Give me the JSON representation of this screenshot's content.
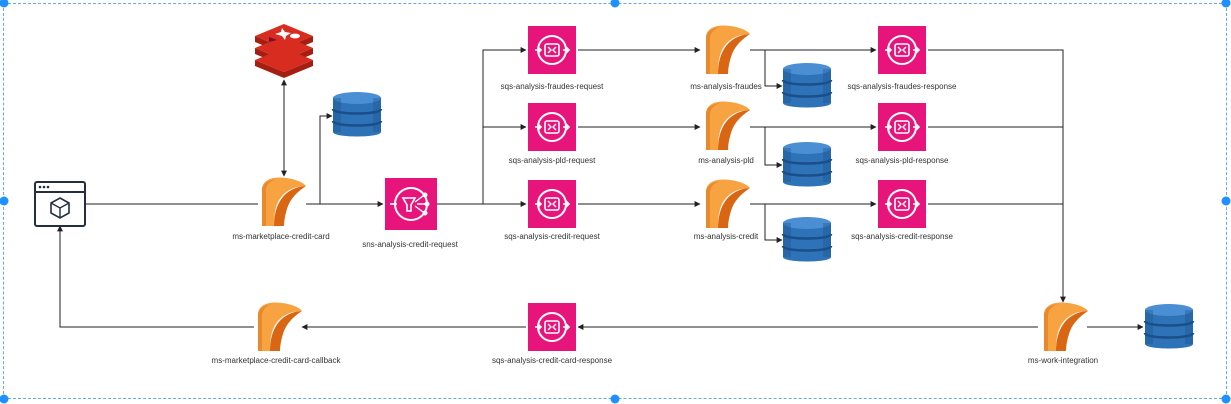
{
  "diagram": {
    "colors": {
      "sqs": "#e7157b",
      "lambda_light": "#f7a342",
      "lambda_dark": "#d86613",
      "dynamodb": "#2e73b8",
      "dynamodb_dark": "#1b4f8a",
      "redis": "#d82c20",
      "line": "#222222",
      "selection": "#1e90ff"
    },
    "labels": {
      "ms_marketplace_credit_card": "ms-marketplace-credit-card",
      "sns_analysis_credit_request": "sns-analysis-credit-request",
      "sqs_analysis_fraudes_request": "sqs-analysis-fraudes-request",
      "sqs_analysis_pld_request": "sqs-analysis-pld-request",
      "sqs_analysis_credit_request": "sqs-analysis-credit-request",
      "ms_analysis_fraudes": "ms-analysis-fraudes",
      "ms_analysis_pld": "ms-analysis-pld",
      "ms_analysis_credit": "ms-analysis-credit",
      "sqs_analysis_fraudes_response": "sqs-analysis-fraudes-response",
      "sqs_analysis_pld_response": "sqs-analysis-pld-response",
      "sqs_analysis_credit_response": "sqs-analysis-credit-response",
      "ms_work_integration": "ms-work-integration",
      "sqs_analysis_credit_card_response": "sqs-analysis-credit-card-response",
      "ms_marketplace_credit_card_callback": "ms-marketplace-credit-card-callback"
    },
    "icons": [
      "browser-app-icon",
      "redis-icon",
      "lambda-icon",
      "dynamodb-icon",
      "sns-icon",
      "sqs-icon"
    ]
  }
}
